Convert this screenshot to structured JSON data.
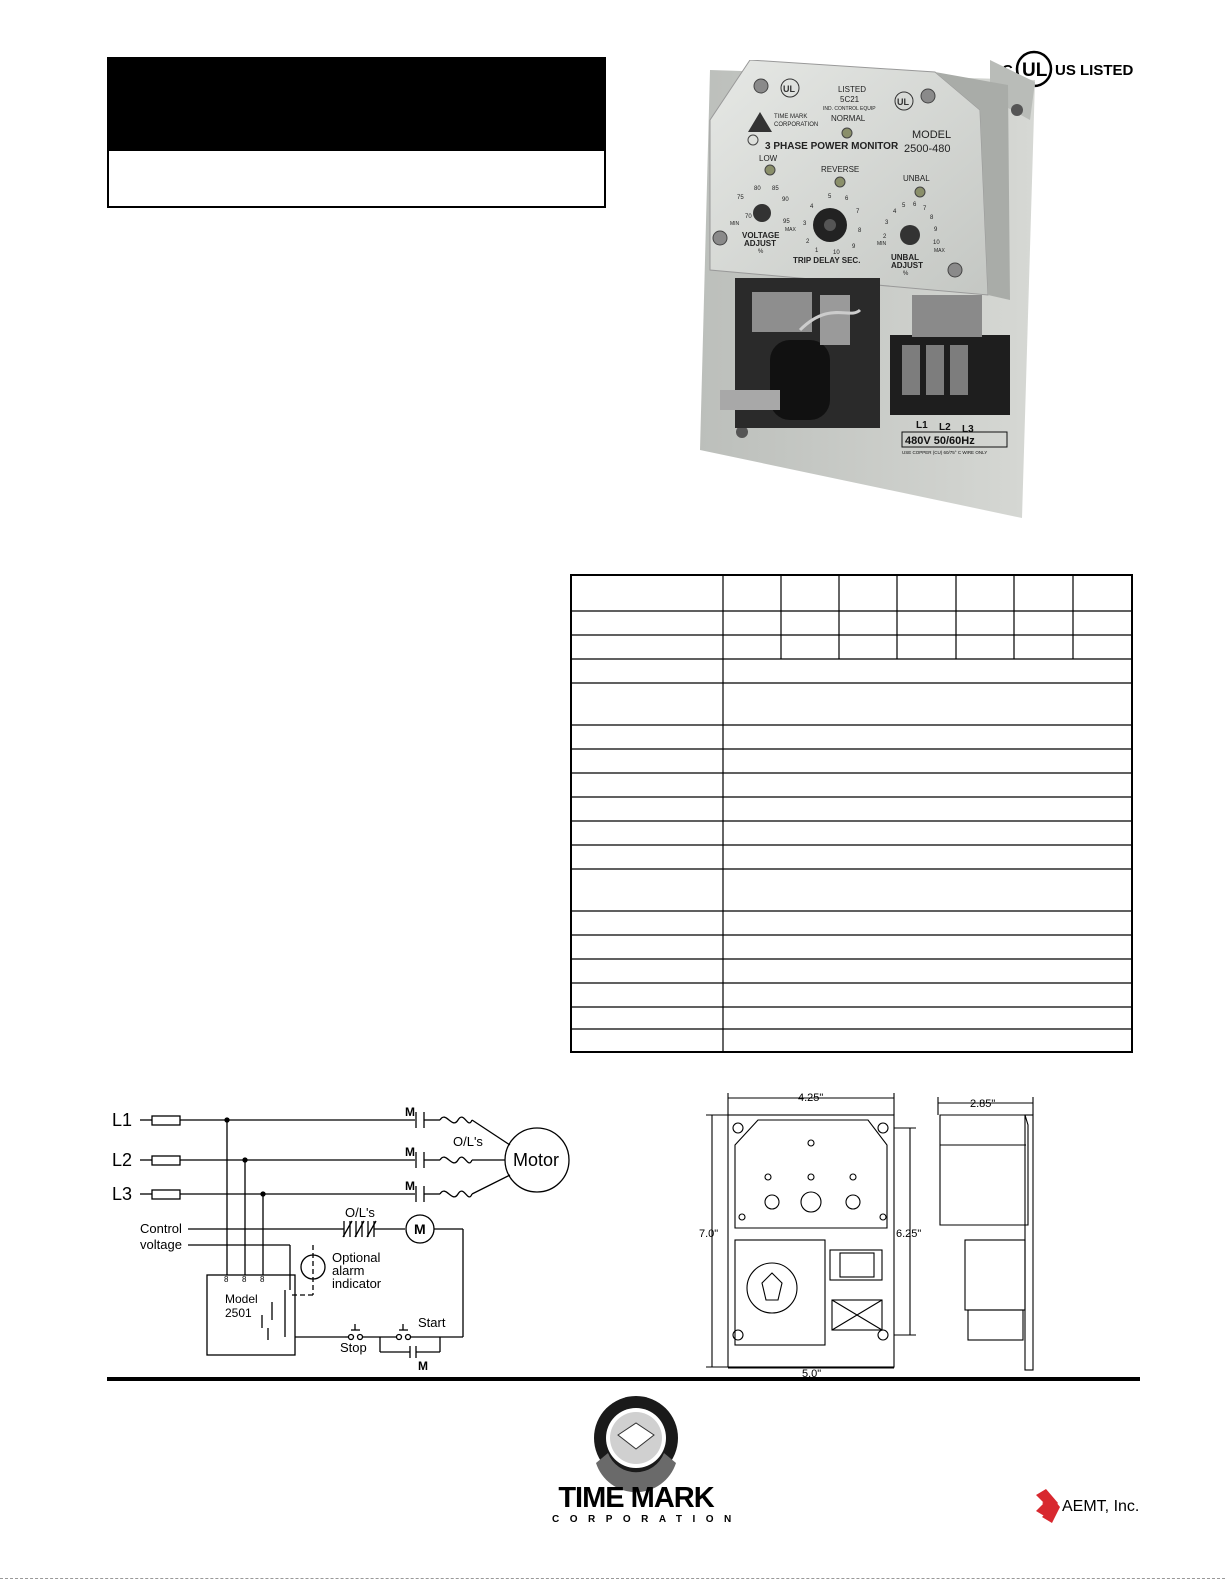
{
  "certification": {
    "left_letter": "C",
    "center_mark": "UL",
    "registered": "®",
    "right_text": "US LISTED"
  },
  "product_photo": {
    "listed": "LISTED",
    "listing_code": "5C21",
    "listing_cat": "IND. CONTROL EQUIP",
    "normal_label": "NORMAL",
    "company_line1": "TIME MARK",
    "company_line2": "CORPORATION",
    "model_label": "MODEL",
    "model_number": "2500-480",
    "device_name": "3 PHASE POWER MONITOR",
    "low_label": "LOW",
    "reverse_label": "REVERSE",
    "unbal_label": "UNBAL",
    "voltage_dial": {
      "ticks": [
        "70",
        "75",
        "80",
        "85",
        "90",
        "95"
      ],
      "min": "MIN",
      "max": "MAX",
      "label1": "VOLTAGE",
      "label2": "ADJUST",
      "unit": "%"
    },
    "delay_dial": {
      "ticks": [
        "1",
        "2",
        "3",
        "4",
        "5",
        "6",
        "7",
        "8",
        "9",
        "10"
      ],
      "label": "TRIP DELAY SEC."
    },
    "unbal_dial": {
      "ticks": [
        "2",
        "3",
        "4",
        "5",
        "6",
        "7",
        "8",
        "9",
        "10"
      ],
      "min": "MIN",
      "max": "MAX",
      "label1": "UNBAL",
      "label2": "ADJUST",
      "unit": "%"
    },
    "terminals": [
      "L1",
      "L2",
      "L3"
    ],
    "voltage_rating": "480V 50/60Hz",
    "wire_note": "USE COPPER (CU) 60/75° C WIRE ONLY"
  },
  "wiring_diagram": {
    "lines": [
      "L1",
      "L2",
      "L3"
    ],
    "contact_label": "M",
    "overloads_label": "O/L's",
    "motor_label": "Motor",
    "control_voltage_line1": "Control",
    "control_voltage_line2": "voltage",
    "coil_label": "M",
    "alarm_line1": "Optional",
    "alarm_line2": "alarm",
    "alarm_line3": "indicator",
    "model_line1": "Model",
    "model_line2": "2501",
    "stop_label": "Stop",
    "start_label": "Start",
    "terminal_mark": "8"
  },
  "dimensions": {
    "front_width": "4.25\"",
    "side_depth": "2.85\"",
    "overall_height": "7.0\"",
    "mount_height": "6.25\"",
    "overall_width": "5.0\""
  },
  "footer": {
    "company_name": "TIME MARK",
    "company_sub": "CORPORATION",
    "partner": "AEMT, Inc."
  },
  "colors": {
    "photo_body": "#d9dbd8",
    "photo_dark": "#2a2a2a",
    "black": "#000000",
    "aemt_red": "#d8282f"
  }
}
